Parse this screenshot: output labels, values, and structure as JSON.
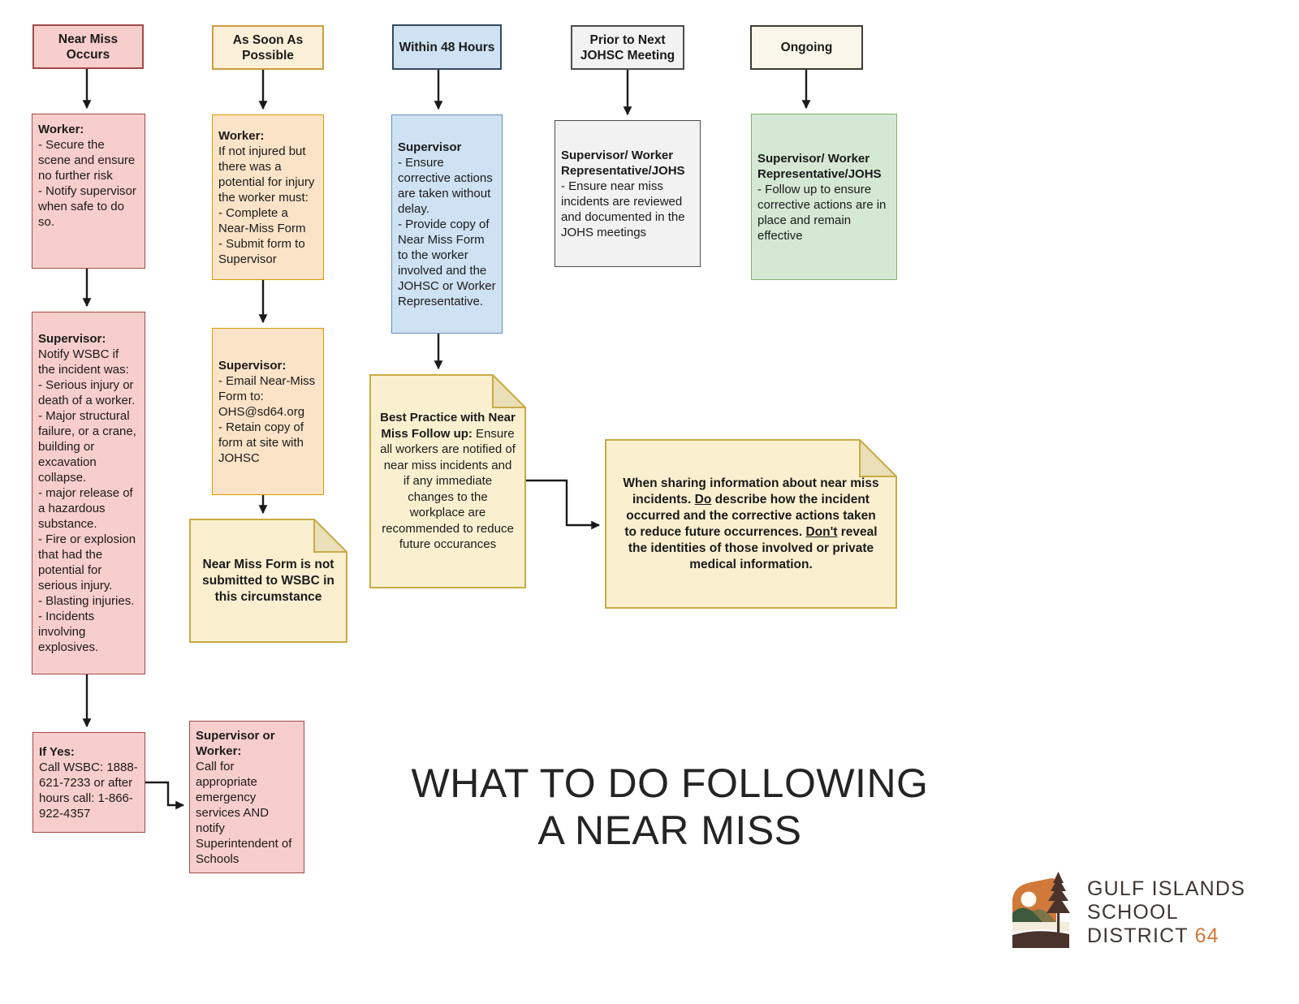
{
  "palette": {
    "red_fill": "#f8cecc",
    "red_stroke": "#a04a4a",
    "orange_fill": "#fbe3c7",
    "orange_stroke": "#d79b00",
    "orange_header_fill": "#fcefd8",
    "orange_header_stroke": "#cf9b3d",
    "blue_fill": "#cfe2f3",
    "blue_stroke": "#6c8ebf",
    "blue_header_stroke": "#34495c",
    "gray_fill": "#f2f2f2",
    "gray_stroke": "#4d4d4d",
    "cream_fill": "#faf6ea",
    "cream_stroke": "#3f3a33",
    "green_fill": "#d5e8d4",
    "green_stroke": "#82b366",
    "note_fill": "#faf0d0",
    "note_stroke": "#c9ab45",
    "note_fold": "#eadfb8",
    "arrow": "#1a1a1a",
    "text": "#1a1a1a",
    "logo_orange": "#d0793a"
  },
  "headers": {
    "near_miss_occurs": "Near Miss Occurs",
    "as_soon_as_possible": "As Soon As Possible",
    "within_48_hours": "Within 48 Hours",
    "prior_to_next_johsc": "Prior to Next JOHSC Meeting",
    "ongoing": "Ongoing"
  },
  "nodes": {
    "worker_secure": {
      "title": "Worker:",
      "body": "- Secure the scene and ensure no further risk\n- Notify supervisor when safe to do so."
    },
    "supervisor_notify": {
      "title": "Supervisor:",
      "body": "Notify WSBC if the incident was:\n- Serious injury or death of a worker.\n- Major structural failure, or a crane, building or excavation collapse.\n- major release of a hazardous substance.\n- Fire or explosion that had the potential for serious injury.\n- Blasting injuries.\n- Incidents involving explosives."
    },
    "if_yes": {
      "title": "If Yes:",
      "body": "Call WSBC: 1888-621-7233 or after hours call: 1-866-922-4357"
    },
    "emergency": {
      "title": "Supervisor or Worker:",
      "body": "Call for appropriate emergency services AND notify Superintendent of Schools"
    },
    "worker_form": {
      "title": "Worker:",
      "body": "If not injured but there was a potential for injury the worker must:\n- Complete a Near-Miss Form\n- Submit form to Supervisor"
    },
    "supervisor_email": {
      "title": "Supervisor:",
      "body": "- Email Near-Miss Form to:\nOHS@sd64.org\n- Retain copy of form at site with JOHSC"
    },
    "wsbc_note": {
      "text": "Near Miss Form is not submitted to WSBC in this circumstance"
    },
    "supervisor_corrective": {
      "title": "Supervisor",
      "body": "- Ensure corrective actions are taken without delay.\n- Provide copy of Near Miss Form to the worker involved and the JOHSC or Worker Representative."
    },
    "best_practice_note": {
      "lead": "Best Practice with Near Miss Follow up:",
      "rest": " Ensure all workers are notified of near miss incidents and if any immediate changes to the workplace are recommended to reduce future occurances"
    },
    "johsc_review": {
      "title": "Supervisor/ Worker Representative/JOHS",
      "body": "- Ensure near miss incidents are reviewed and documented in the JOHS meetings"
    },
    "followup": {
      "title": "Supervisor/ Worker Representative/JOHS",
      "body": "- Follow up to ensure corrective actions are in place and remain effective"
    },
    "sharing_note": {
      "s1": "When sharing information about near miss incidents. ",
      "u1": "Do",
      "s2": " describe how the incident occurred and the corrective actions taken to reduce future occurrences.  ",
      "u2": "Don't",
      "s3": " reveal the identities of those involved or private medical information."
    }
  },
  "title": {
    "line1": "WHAT TO DO FOLLOWING",
    "line2": "A NEAR MISS"
  },
  "logo": {
    "line1": "GULF ISLANDS",
    "line2": "SCHOOL",
    "line3_prefix": "DISTRICT",
    "line3_number": "64"
  }
}
